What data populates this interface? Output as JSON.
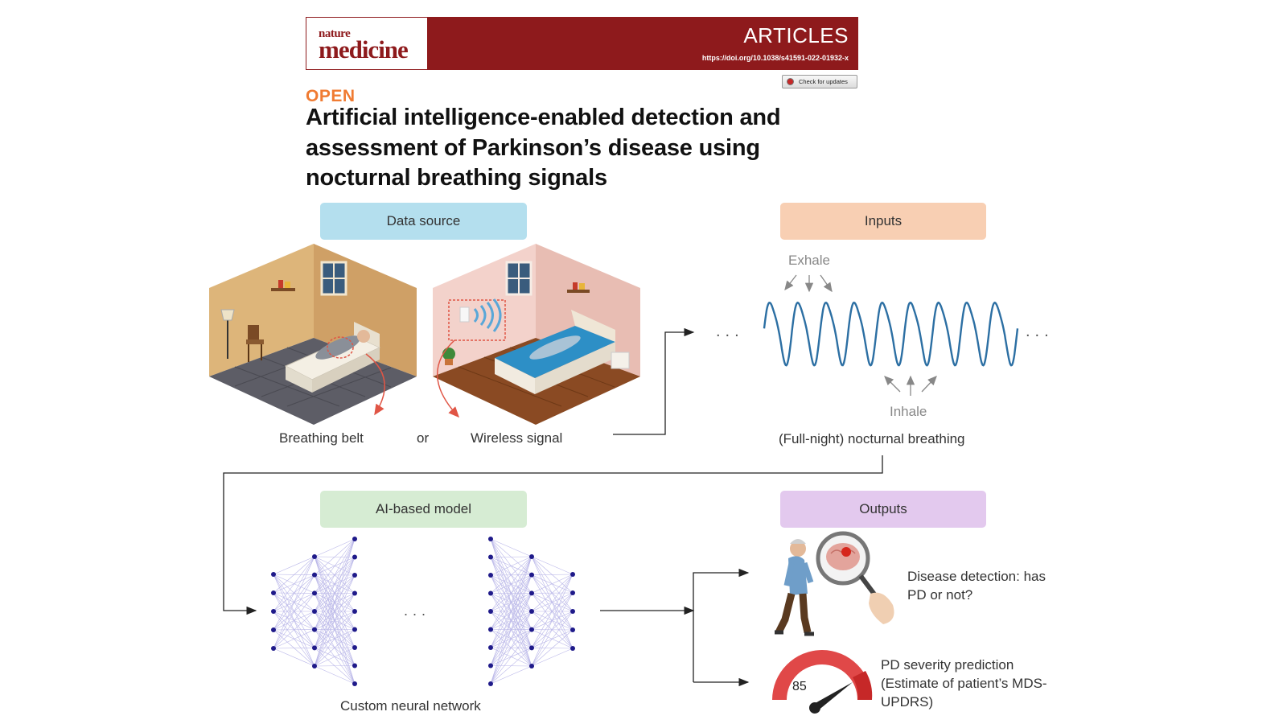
{
  "journal": {
    "logo_small": "nature",
    "logo_big": "medicine",
    "section": "ARTICLES",
    "doi": "https://doi.org/10.1038/s41591-022-01932-x",
    "check_updates": "Check for updates",
    "brand_color": "#8e1a1c"
  },
  "article": {
    "access": "OPEN",
    "title": "Artificial intelligence-enabled detection and assessment of Parkinson’s disease using nocturnal breathing signals"
  },
  "figure": {
    "data_source": {
      "label": "Data source",
      "option_a": "Breathing belt",
      "connector": "or",
      "option_b": "Wireless signal"
    },
    "inputs": {
      "label": "Inputs",
      "exhale": "Exhale",
      "inhale": "Inhale",
      "caption": "(Full-night) nocturnal breathing"
    },
    "model": {
      "label": "AI-based model",
      "caption": "Custom neural network"
    },
    "outputs": {
      "label": "Outputs",
      "detection": "Disease detection: has PD or not?",
      "severity": "PD severity prediction (Estimate of patient’s MDS-UPDRS)",
      "gauge_value": "85"
    }
  }
}
